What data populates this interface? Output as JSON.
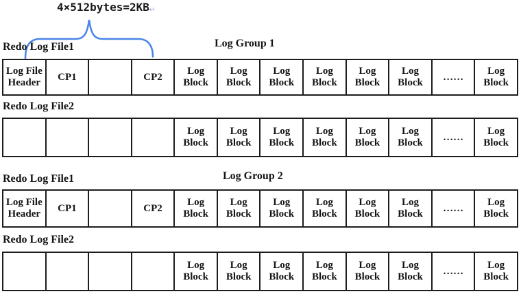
{
  "annotation": {
    "size_label": "4×512bytes=2KB",
    "return_mark": "↵"
  },
  "colors": {
    "brace": "#4a86e8",
    "border": "#1c1c1c",
    "text": "#141414",
    "background": "#ffffff"
  },
  "groups": [
    {
      "title": "Log Group 1",
      "files": [
        {
          "label": "Redo Log File1",
          "cells": [
            "Log File\nHeader",
            "CP1",
            "",
            "CP2",
            "Log\nBlock",
            "Log\nBlock",
            "Log\nBlock",
            "Log\nBlock",
            "Log\nBlock",
            "Log\nBlock",
            "……",
            "Log\nBlock"
          ]
        },
        {
          "label": "Redo Log File2",
          "cells": [
            "",
            "",
            "",
            "",
            "Log\nBlock",
            "Log\nBlock",
            "Log\nBlock",
            "Log\nBlock",
            "Log\nBlock",
            "Log\nBlock",
            "……",
            "Log\nBlock"
          ]
        }
      ]
    },
    {
      "title": "Log Group 2",
      "files": [
        {
          "label": "Redo Log File1",
          "cells": [
            "Log File\nHeader",
            "CP1",
            "",
            "CP2",
            "Log\nBlock",
            "Log\nBlock",
            "Log\nBlock",
            "Log\nBlock",
            "Log\nBlock",
            "Log\nBlock",
            "……",
            "Log\nBlock"
          ]
        },
        {
          "label": "Redo Log File2",
          "cells": [
            "",
            "",
            "",
            "",
            "Log\nBlock",
            "Log\nBlock",
            "Log\nBlock",
            "Log\nBlock",
            "Log\nBlock",
            "Log\nBlock",
            "……",
            "Log\nBlock"
          ]
        }
      ]
    }
  ]
}
